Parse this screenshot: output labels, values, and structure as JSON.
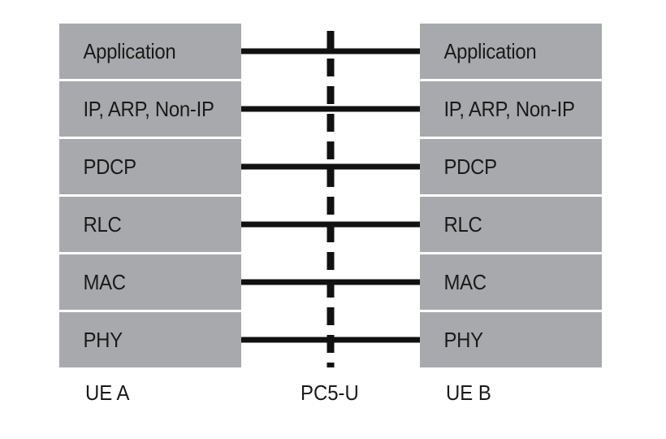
{
  "layers": [
    "Application",
    "IP, ARP, Non-IP",
    "PDCP",
    "RLC",
    "MAC",
    "PHY"
  ],
  "labels": {
    "ue_a": "UE A",
    "interface": "PC5-U",
    "ue_b": "UE B"
  },
  "colors": {
    "box_fill": "#a7a9ac",
    "line": "#111111",
    "text": "#1a1a1a"
  }
}
